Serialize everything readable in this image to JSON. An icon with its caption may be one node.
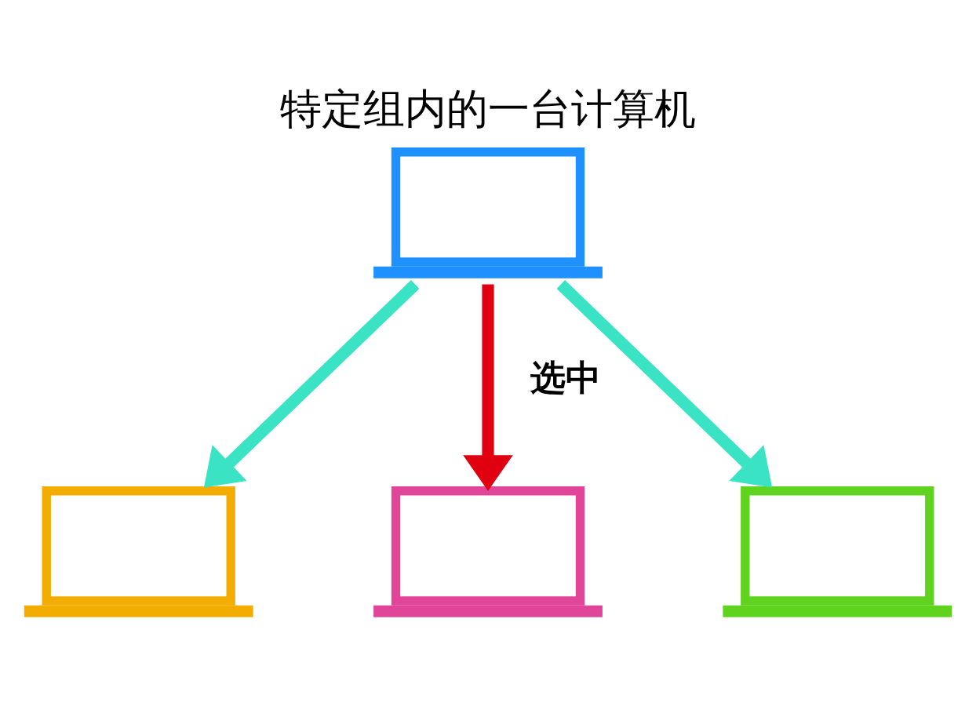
{
  "diagram": {
    "title": "特定组内的一台计算机",
    "nodes": [
      {
        "text": [],
        "shape": "laptop"
      },
      {
        "text": [],
        "shape": "laptop"
      },
      {
        "text": [],
        "shape": "laptop"
      },
      {
        "text": [],
        "shape": "laptop"
      }
    ],
    "edges": [
      {
        "from": 0,
        "to": 1,
        "arrow": "to"
      },
      {
        "from": 0,
        "to": 2,
        "arrow": "to",
        "label": "选中",
        "color": "#e00010"
      },
      {
        "from": 0,
        "to": 3,
        "arrow": "to"
      }
    ]
  }
}
